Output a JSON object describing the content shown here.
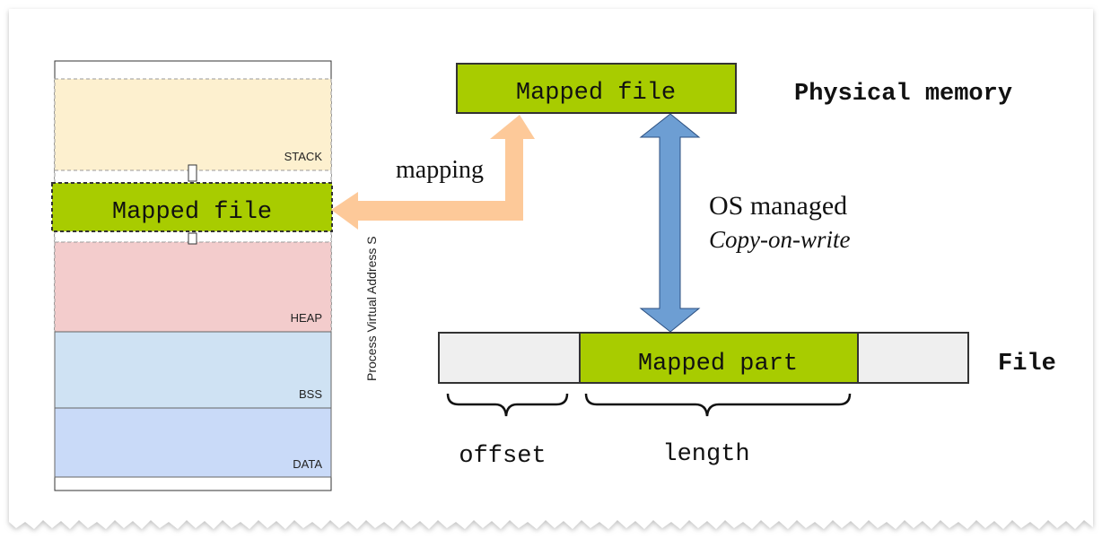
{
  "colors": {
    "green": "#a8cc00",
    "stack_fill": "#fdf0cf",
    "heap_fill": "#f3cccc",
    "bss_fill": "#cfe2f3",
    "data_fill": "#c9daf8",
    "file_gray": "#efefef",
    "mapping_arrow": "#fdc999",
    "os_arrow": "#6d9ed3"
  },
  "process_space": {
    "segments": [
      "STACK",
      "HEAP",
      "BSS",
      "DATA"
    ],
    "mapped_label": "Mapped file",
    "axis_label": "Process Virtual Address Space"
  },
  "physical": {
    "box_label": "Mapped file",
    "title": "Physical memory"
  },
  "mapping_label": "mapping",
  "os": {
    "line1": "OS managed",
    "line2": "Copy-on-write"
  },
  "file": {
    "mapped_label": "Mapped part",
    "title": "File",
    "offset_label": "offset",
    "length_label": "length"
  }
}
